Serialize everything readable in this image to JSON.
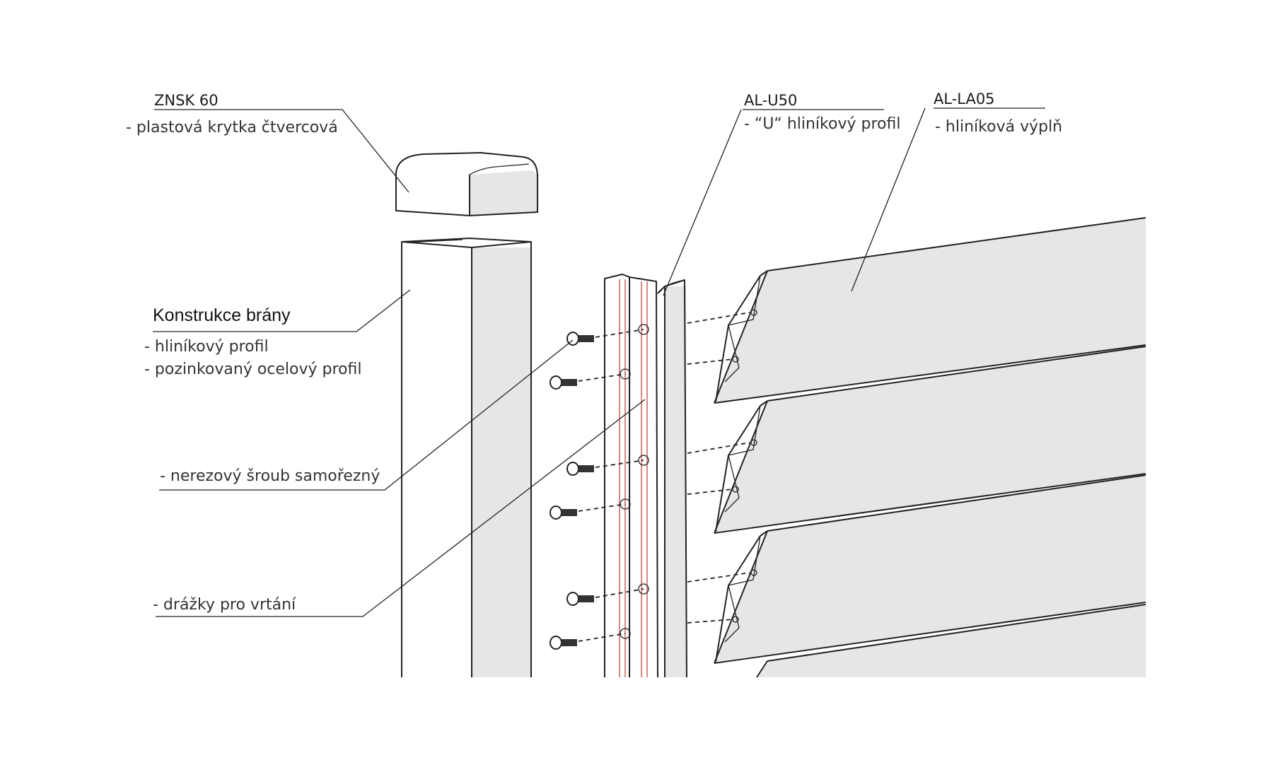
{
  "labels": {
    "cap_code": "ZNSK 60",
    "cap_desc": "- plastová krytka čtvercová",
    "uprofile_code": "AL-U50",
    "uprofile_desc": "- “U“ hliníkový profil",
    "infill_code": "AL-LA05",
    "infill_desc": "- hliníková výplň",
    "frame_title": "Konstrukce brány",
    "frame_desc_1": "- hliníkový profil",
    "frame_desc_2": "- pozinkovaný ocelový profil",
    "screw_desc": "- nerezový šroub samořezný",
    "groove_desc": "- drážky pro vrtání"
  },
  "colors": {
    "ink": "#222222",
    "shade": "#e6e6e6",
    "groove_line": "#c0392b",
    "background": "#ffffff"
  }
}
